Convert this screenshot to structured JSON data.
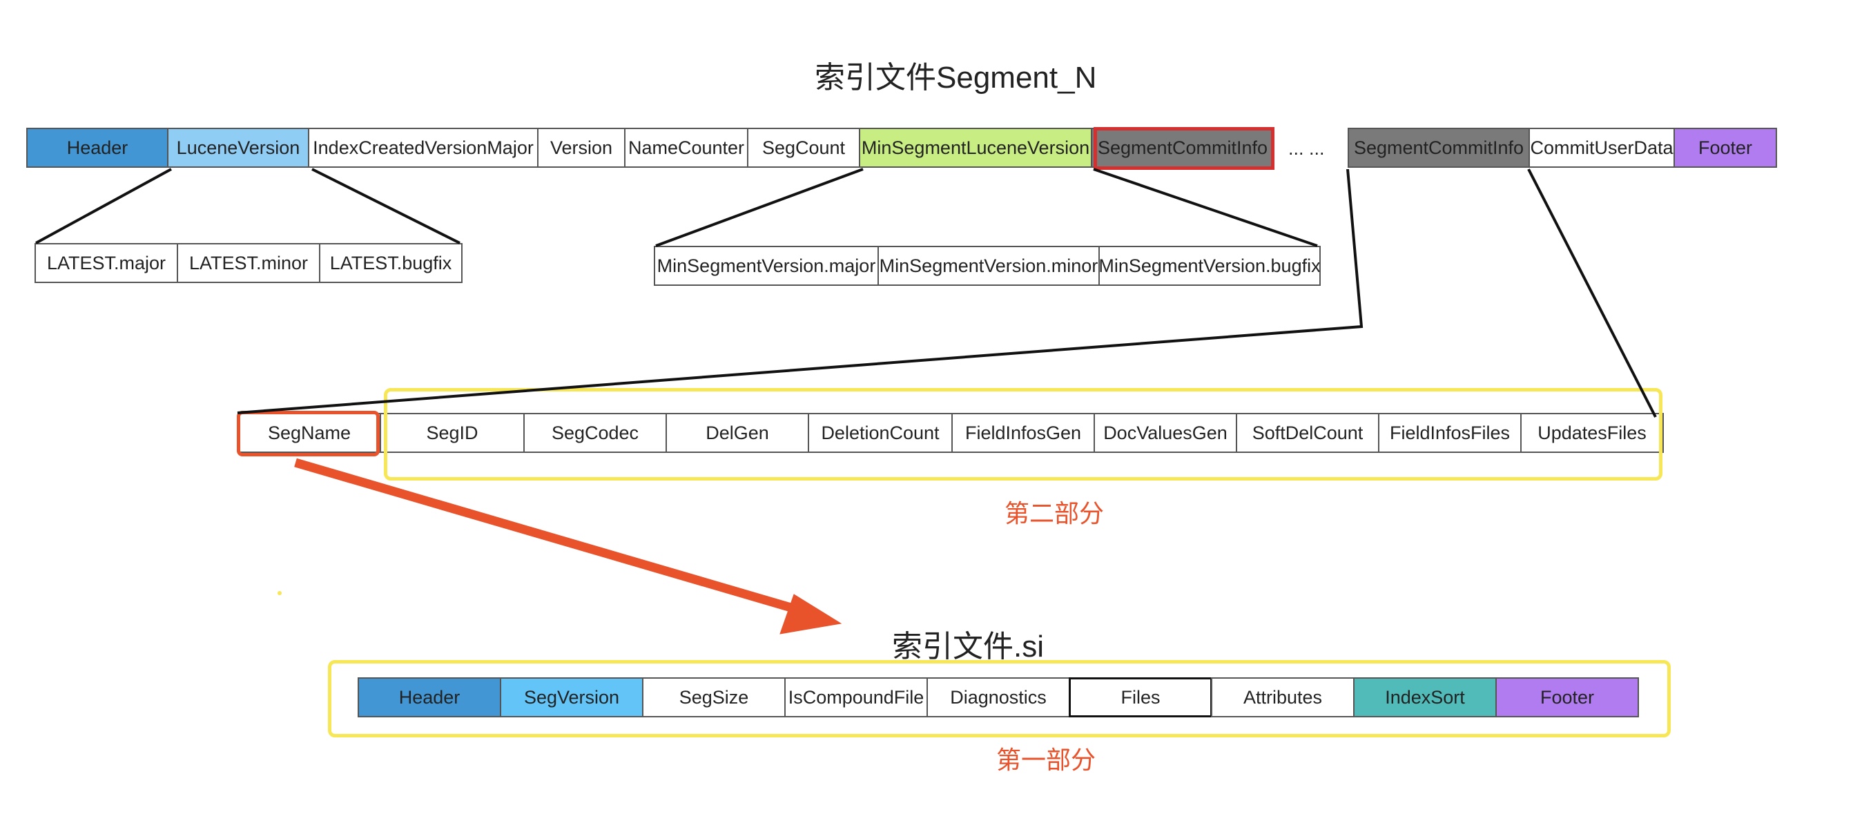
{
  "segment_n": {
    "title": "索引文件Segment_N",
    "top_row": [
      {
        "label": "Header",
        "bg": "#4196d3"
      },
      {
        "label": "LuceneVersion",
        "bg": "#8fcdf5"
      },
      {
        "label": "IndexCreatedVersionMajor",
        "bg": "#ffffff"
      },
      {
        "label": "Version",
        "bg": "#ffffff"
      },
      {
        "label": "NameCounter",
        "bg": "#ffffff"
      },
      {
        "label": "SegCount",
        "bg": "#ffffff"
      },
      {
        "label": "MinSegmentLuceneVersion",
        "bg": "#c8ee83"
      },
      {
        "label": "SegmentCommitInfo",
        "bg": "#7a7a7a"
      }
    ],
    "ellipsis": "... ...",
    "top_row_right": [
      {
        "label": "SegmentCommitInfo",
        "bg": "#7a7a7a"
      },
      {
        "label": "CommitUserData",
        "bg": "#ffffff"
      },
      {
        "label": "Footer",
        "bg": "#b07cf0"
      }
    ],
    "lucene_version_parts": [
      "LATEST.major",
      "LATEST.minor",
      "LATEST.bugfix"
    ],
    "min_segment_version_parts": [
      "MinSegmentVersion.major",
      "MinSegmentVersion.minor",
      "MinSegmentVersion.bugfix"
    ],
    "commit_info_fields": [
      "SegName",
      "SegID",
      "SegCodec",
      "DelGen",
      "DeletionCount",
      "FieldInfosGen",
      "DocValuesGen",
      "SoftDelCount",
      "FieldInfosFiles",
      "UpdatesFiles"
    ],
    "part_two_label": "第二部分"
  },
  "si": {
    "title": "索引文件.si",
    "row": [
      {
        "label": "Header",
        "bg": "#4196d3"
      },
      {
        "label": "SegVersion",
        "bg": "#62c4f7"
      },
      {
        "label": "SegSize",
        "bg": "#ffffff"
      },
      {
        "label": "IsCompoundFile",
        "bg": "#ffffff"
      },
      {
        "label": "Diagnostics",
        "bg": "#ffffff"
      },
      {
        "label": "Files",
        "bg": "#ffffff"
      },
      {
        "label": "Attributes",
        "bg": "#ffffff"
      },
      {
        "label": "IndexSort",
        "bg": "#50bbb9"
      },
      {
        "label": "Footer",
        "bg": "#b07cf0"
      }
    ],
    "part_one_label": "第一部分"
  },
  "colors": {
    "accent_red": "#d3302f",
    "accent_orange": "#e8532c",
    "highlight_yellow": "#f7e757"
  }
}
